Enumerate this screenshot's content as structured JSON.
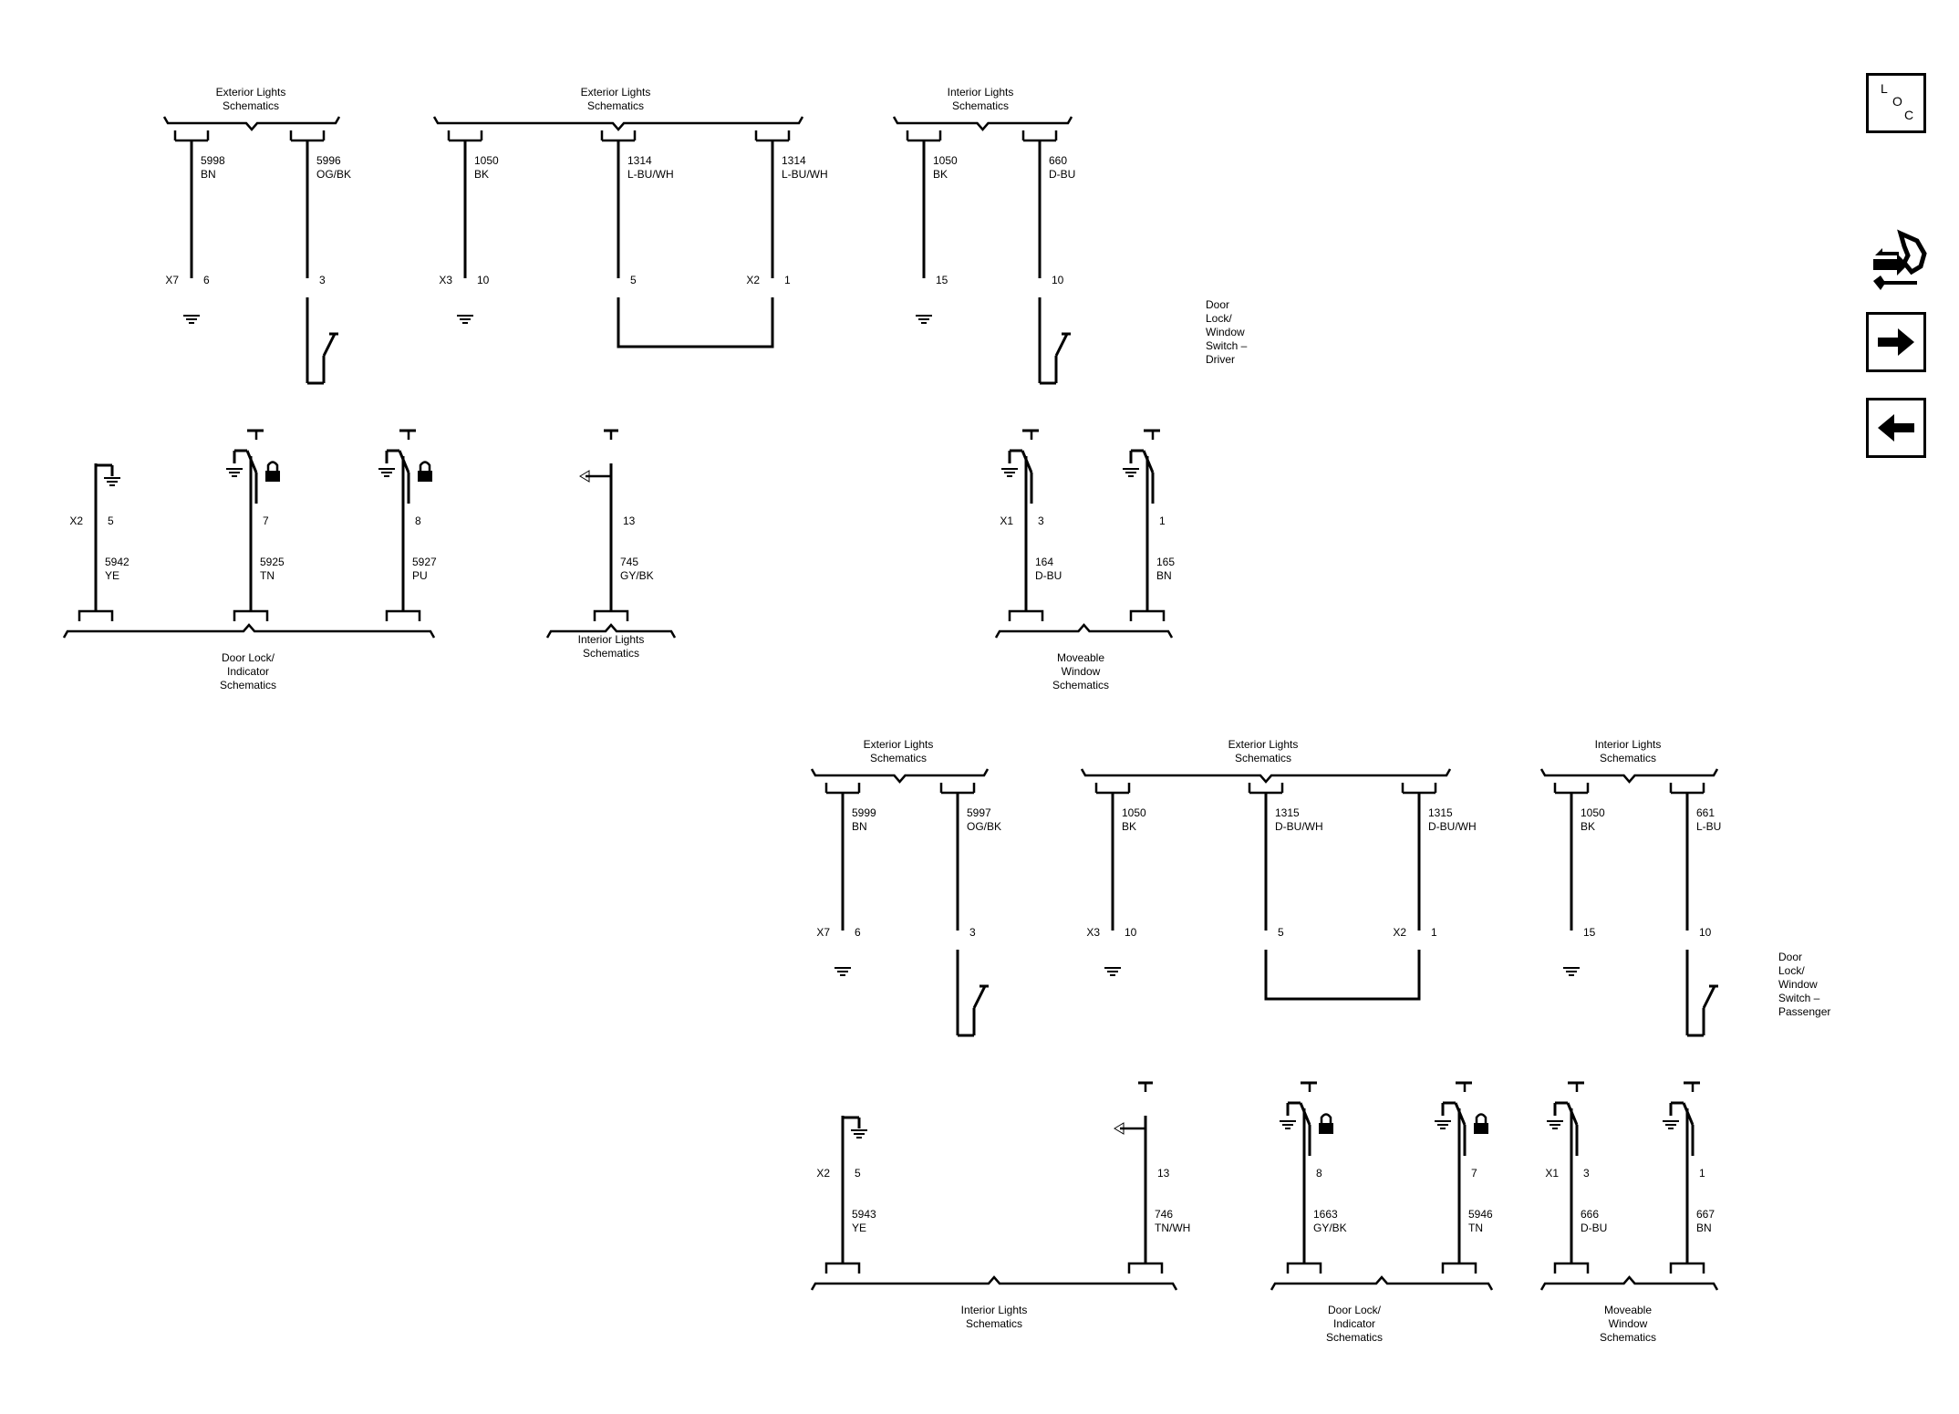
{
  "nav": {
    "loc_letters": [
      "L",
      "O",
      "C"
    ],
    "buttons": [
      "loc-button",
      "connector-icon",
      "next-arrow-icon",
      "previous-arrow-icon"
    ]
  },
  "driver": {
    "top_groups": [
      {
        "label": [
          "Exterior Lights",
          "Schematics"
        ]
      },
      {
        "label": [
          "Exterior Lights",
          "Schematics"
        ]
      },
      {
        "label": [
          "Interior Lights",
          "Schematics"
        ]
      }
    ],
    "top_wires": [
      {
        "circuit": "5998",
        "color": "BN",
        "pin": "6",
        "connector": "X7"
      },
      {
        "circuit": "5996",
        "color": "OG/BK",
        "pin": "3",
        "connector": ""
      },
      {
        "circuit": "1050",
        "color": "BK",
        "pin": "10",
        "connector": "X3"
      },
      {
        "circuit": "1314",
        "color": "L-BU/WH",
        "pin": "5",
        "connector": ""
      },
      {
        "circuit": "1314",
        "color": "L-BU/WH",
        "pin": "1",
        "connector": "X2"
      },
      {
        "circuit": "1050",
        "color": "BK",
        "pin": "15",
        "connector": ""
      },
      {
        "circuit": "660",
        "color": "D-BU",
        "pin": "10",
        "connector": ""
      }
    ],
    "component": [
      "Door",
      "Lock/",
      "Window",
      "Switch –",
      "Driver"
    ],
    "bottom_wires": [
      {
        "circuit": "5942",
        "color": "YE",
        "pin": "5",
        "connector": "X2"
      },
      {
        "circuit": "5925",
        "color": "TN",
        "pin": "7",
        "connector": ""
      },
      {
        "circuit": "5927",
        "color": "PU",
        "pin": "8",
        "connector": ""
      },
      {
        "circuit": "745",
        "color": "GY/BK",
        "pin": "13",
        "connector": ""
      },
      {
        "circuit": "164",
        "color": "D-BU",
        "pin": "3",
        "connector": "X1"
      },
      {
        "circuit": "165",
        "color": "BN",
        "pin": "1",
        "connector": ""
      }
    ],
    "bottom_groups": [
      {
        "label": [
          "Door Lock/",
          "Indicator",
          "Schematics"
        ]
      },
      {
        "label": [
          "Interior Lights",
          "Schematics"
        ]
      },
      {
        "label": [
          "Moveable",
          "Window",
          "Schematics"
        ]
      }
    ]
  },
  "passenger": {
    "top_groups": [
      {
        "label": [
          "Exterior Lights",
          "Schematics"
        ]
      },
      {
        "label": [
          "Exterior Lights",
          "Schematics"
        ]
      },
      {
        "label": [
          "Interior Lights",
          "Schematics"
        ]
      }
    ],
    "top_wires": [
      {
        "circuit": "5999",
        "color": "BN",
        "pin": "6",
        "connector": "X7"
      },
      {
        "circuit": "5997",
        "color": "OG/BK",
        "pin": "3",
        "connector": ""
      },
      {
        "circuit": "1050",
        "color": "BK",
        "pin": "10",
        "connector": "X3"
      },
      {
        "circuit": "1315",
        "color": "D-BU/WH",
        "pin": "5",
        "connector": ""
      },
      {
        "circuit": "1315",
        "color": "D-BU/WH",
        "pin": "1",
        "connector": "X2"
      },
      {
        "circuit": "1050",
        "color": "BK",
        "pin": "15",
        "connector": ""
      },
      {
        "circuit": "661",
        "color": "L-BU",
        "pin": "10",
        "connector": ""
      }
    ],
    "component": [
      "Door",
      "Lock/",
      "Window",
      "Switch –",
      "Passenger"
    ],
    "bottom_wires": [
      {
        "circuit": "5943",
        "color": "YE",
        "pin": "5",
        "connector": "X2"
      },
      {
        "circuit": "746",
        "color": "TN/WH",
        "pin": "13",
        "connector": ""
      },
      {
        "circuit": "1663",
        "color": "GY/BK",
        "pin": "8",
        "connector": ""
      },
      {
        "circuit": "5946",
        "color": "TN",
        "pin": "7",
        "connector": ""
      },
      {
        "circuit": "666",
        "color": "D-BU",
        "pin": "3",
        "connector": "X1"
      },
      {
        "circuit": "667",
        "color": "BN",
        "pin": "1",
        "connector": ""
      }
    ],
    "bottom_groups": [
      {
        "label": [
          "Interior Lights",
          "Schematics"
        ]
      },
      {
        "label": [
          "Door Lock/",
          "Indicator",
          "Schematics"
        ]
      },
      {
        "label": [
          "Moveable",
          "Window",
          "Schematics"
        ]
      }
    ]
  }
}
